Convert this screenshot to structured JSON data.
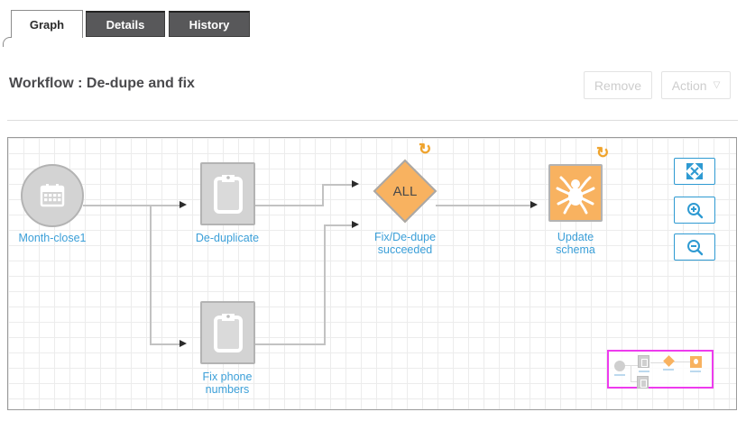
{
  "tabs": [
    {
      "label": "Graph",
      "active": true
    },
    {
      "label": "Details",
      "active": false
    },
    {
      "label": "History",
      "active": false
    }
  ],
  "header": {
    "title": "Workflow : De-dupe and fix",
    "remove_button": "Remove",
    "action_button": "Action",
    "action_caret": "▽"
  },
  "workflow": {
    "nodes": {
      "start": {
        "label": "Month-close1",
        "shape": "circle",
        "icon": "calendar-icon"
      },
      "dedup": {
        "label": "De-duplicate",
        "shape": "square",
        "icon": "clipboard-icon"
      },
      "fix_phone": {
        "label_line1": "Fix phone",
        "label_line2": "numbers",
        "shape": "square",
        "icon": "clipboard-icon"
      },
      "gateway": {
        "text": "ALL",
        "label_line1": "Fix/De-dupe",
        "label_line2": "succeeded",
        "shape": "diamond"
      },
      "update": {
        "label_line1": "Update",
        "label_line2": "schema",
        "shape": "square",
        "icon": "spider-icon"
      }
    },
    "badge_glyph": "↻",
    "edges": [
      "Month-close1 -> De-duplicate",
      "Month-close1 -> Fix phone numbers",
      "De-duplicate -> Fix/De-dupe succeeded",
      "Fix phone numbers -> Fix/De-dupe succeeded",
      "Fix/De-dupe succeeded -> Update schema"
    ]
  },
  "controls": {
    "fit": "expand-icon",
    "zoom_in": "zoom-in-icon",
    "zoom_out": "zoom-out-icon",
    "minimap": "minimap-overview"
  },
  "colors": {
    "accent": "#2e9ad2",
    "labelblue": "#3b9fd8",
    "nodegray": "#d3d3d3",
    "nodeborder": "#b3b3b3",
    "orange": "#f8b260",
    "connector": "#c2c2c2",
    "arrow": "#2b2b2b",
    "magenta": "#ee3bee",
    "tabdark": "#58585a",
    "disabled": "#cdcdcd",
    "grid": "#ececec",
    "badge": "#efa22a"
  }
}
